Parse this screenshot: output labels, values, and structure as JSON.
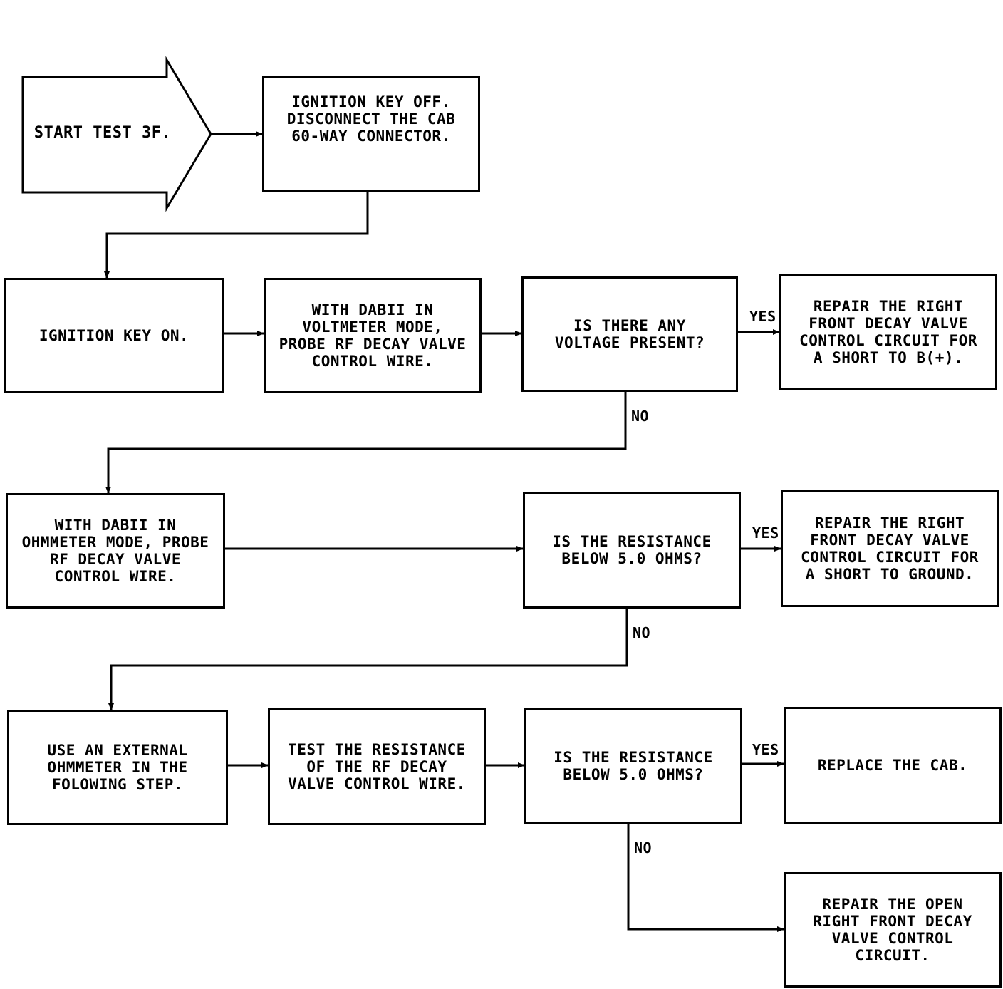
{
  "start": "START TEST 3F.",
  "boxes": {
    "ignition_off": "IGNITION KEY OFF.\nDISCONNECT THE CAB\n60-WAY CONNECTOR.",
    "ignition_on": "IGNITION KEY ON.",
    "voltmeter_probe": "WITH DABII IN\nVOLTMETER MODE,\nPROBE RF DECAY VALVE\nCONTROL WIRE.",
    "voltage_q": "IS THERE ANY\nVOLTAGE PRESENT?",
    "repair_short_b": "REPAIR THE RIGHT\nFRONT DECAY VALVE\nCONTROL CIRCUIT FOR\nA SHORT TO B(+).",
    "ohmmeter_probe": "WITH DABII IN\nOHMMETER MODE, PROBE\nRF DECAY VALVE\nCONTROL WIRE.",
    "resistance_q1": "IS THE RESISTANCE\nBELOW 5.0 OHMS?",
    "repair_short_ground": "REPAIR THE RIGHT\nFRONT DECAY VALVE\nCONTROL CIRCUIT FOR\nA SHORT TO GROUND.",
    "external_ohmmeter": "USE AN EXTERNAL\nOHMMETER IN THE\nFOLOWING STEP.",
    "test_resistance": "TEST THE RESISTANCE\nOF THE RF DECAY\nVALVE CONTROL WIRE.",
    "resistance_q2": "IS THE RESISTANCE\nBELOW 5.0 OHMS?",
    "replace_cab": "REPLACE THE CAB.",
    "repair_open": "REPAIR THE OPEN\nRIGHT FRONT DECAY\nVALVE CONTROL\nCIRCUIT."
  },
  "labels": {
    "yes": "YES",
    "no": "NO"
  }
}
